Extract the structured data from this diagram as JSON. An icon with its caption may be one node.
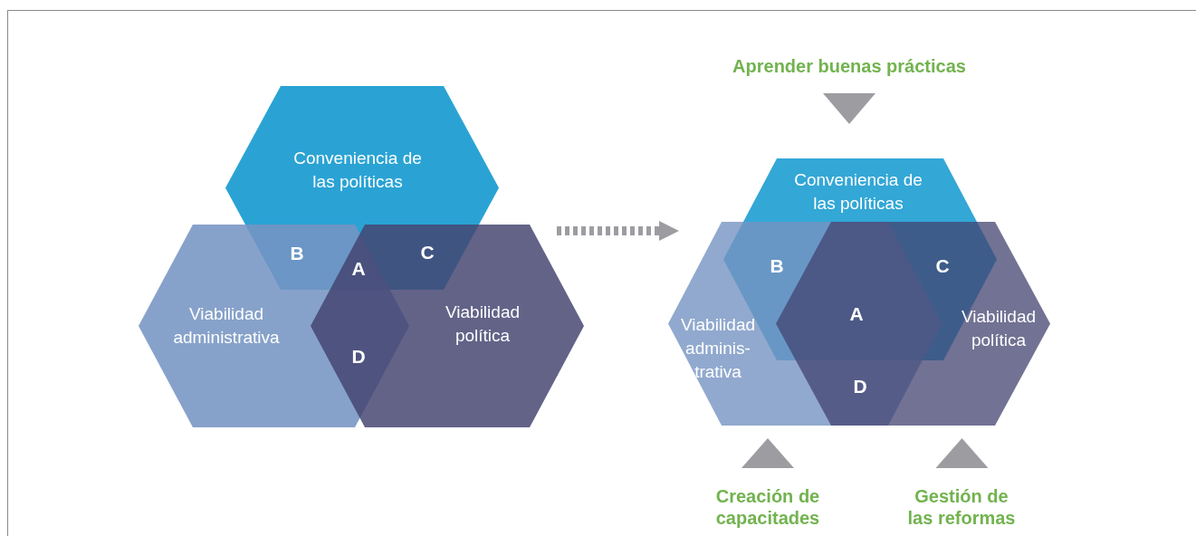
{
  "diagram": {
    "nodes": [
      {
        "text": [
          "Conveniencia de las políticas"
        ]
      },
      {
        "text": [
          "Viabilidad administrativa"
        ]
      },
      {
        "text": [
          "Viabilidad política"
        ]
      },
      {
        "text": [
          "Aprender buenas prácticas"
        ]
      },
      {
        "text": [
          "Conveniencia de las políticas"
        ]
      },
      {
        "text": [
          "Viabilidad adminis- trativa"
        ]
      },
      {
        "text": [
          "Viabilidad política"
        ]
      },
      {
        "text": [
          "Creación de capacitades"
        ]
      },
      {
        "text": [
          "Gestión de las reformas"
        ]
      }
    ],
    "edges": [
      {
        "from": 2,
        "to": 5,
        "arrow": "to",
        "style": "dashed"
      },
      {
        "from": 3,
        "to": 4,
        "arrow": "to"
      },
      {
        "from": 7,
        "to": 5,
        "arrow": "to"
      },
      {
        "from": 8,
        "to": 6,
        "arrow": "to"
      }
    ],
    "labels": [
      "B",
      "A",
      "C",
      "D",
      "B",
      "A",
      "C",
      "D"
    ]
  }
}
